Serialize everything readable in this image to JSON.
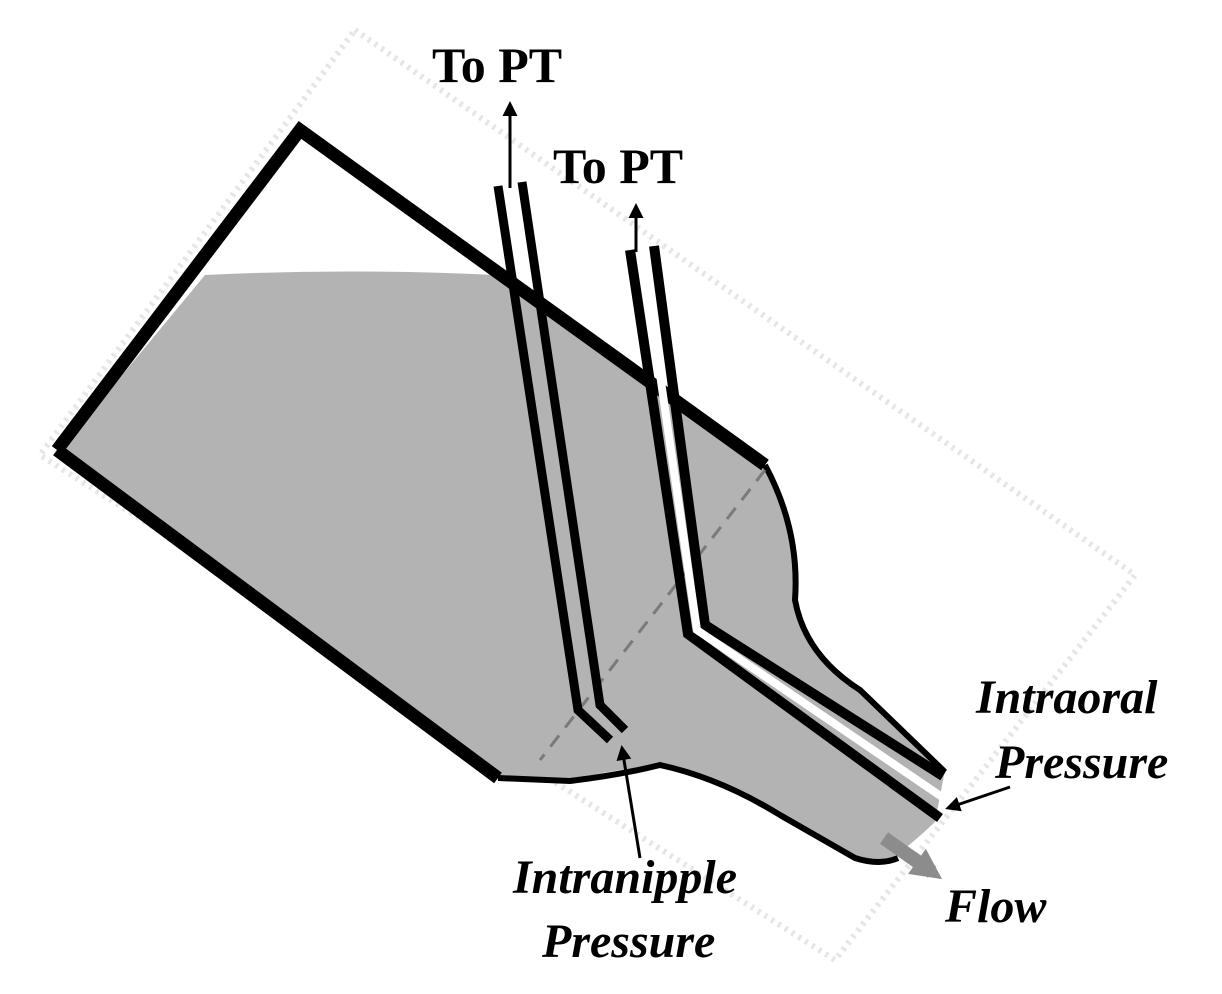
{
  "diagram": {
    "labels": {
      "to_pt_left": "To PT",
      "to_pt_right": "To PT",
      "intraoral_line1": "Intraoral",
      "intraoral_line2": "Pressure",
      "intranipple_line1": "Intranipple",
      "intranipple_line2": "Pressure",
      "flow": "Flow"
    },
    "colors": {
      "liquid": "#b3b3b3",
      "outline": "#000000",
      "flow_arrow": "#8c8c8c",
      "dashed_line": "#7a7a7a",
      "ghost_outline": "#e6e6e6"
    }
  }
}
